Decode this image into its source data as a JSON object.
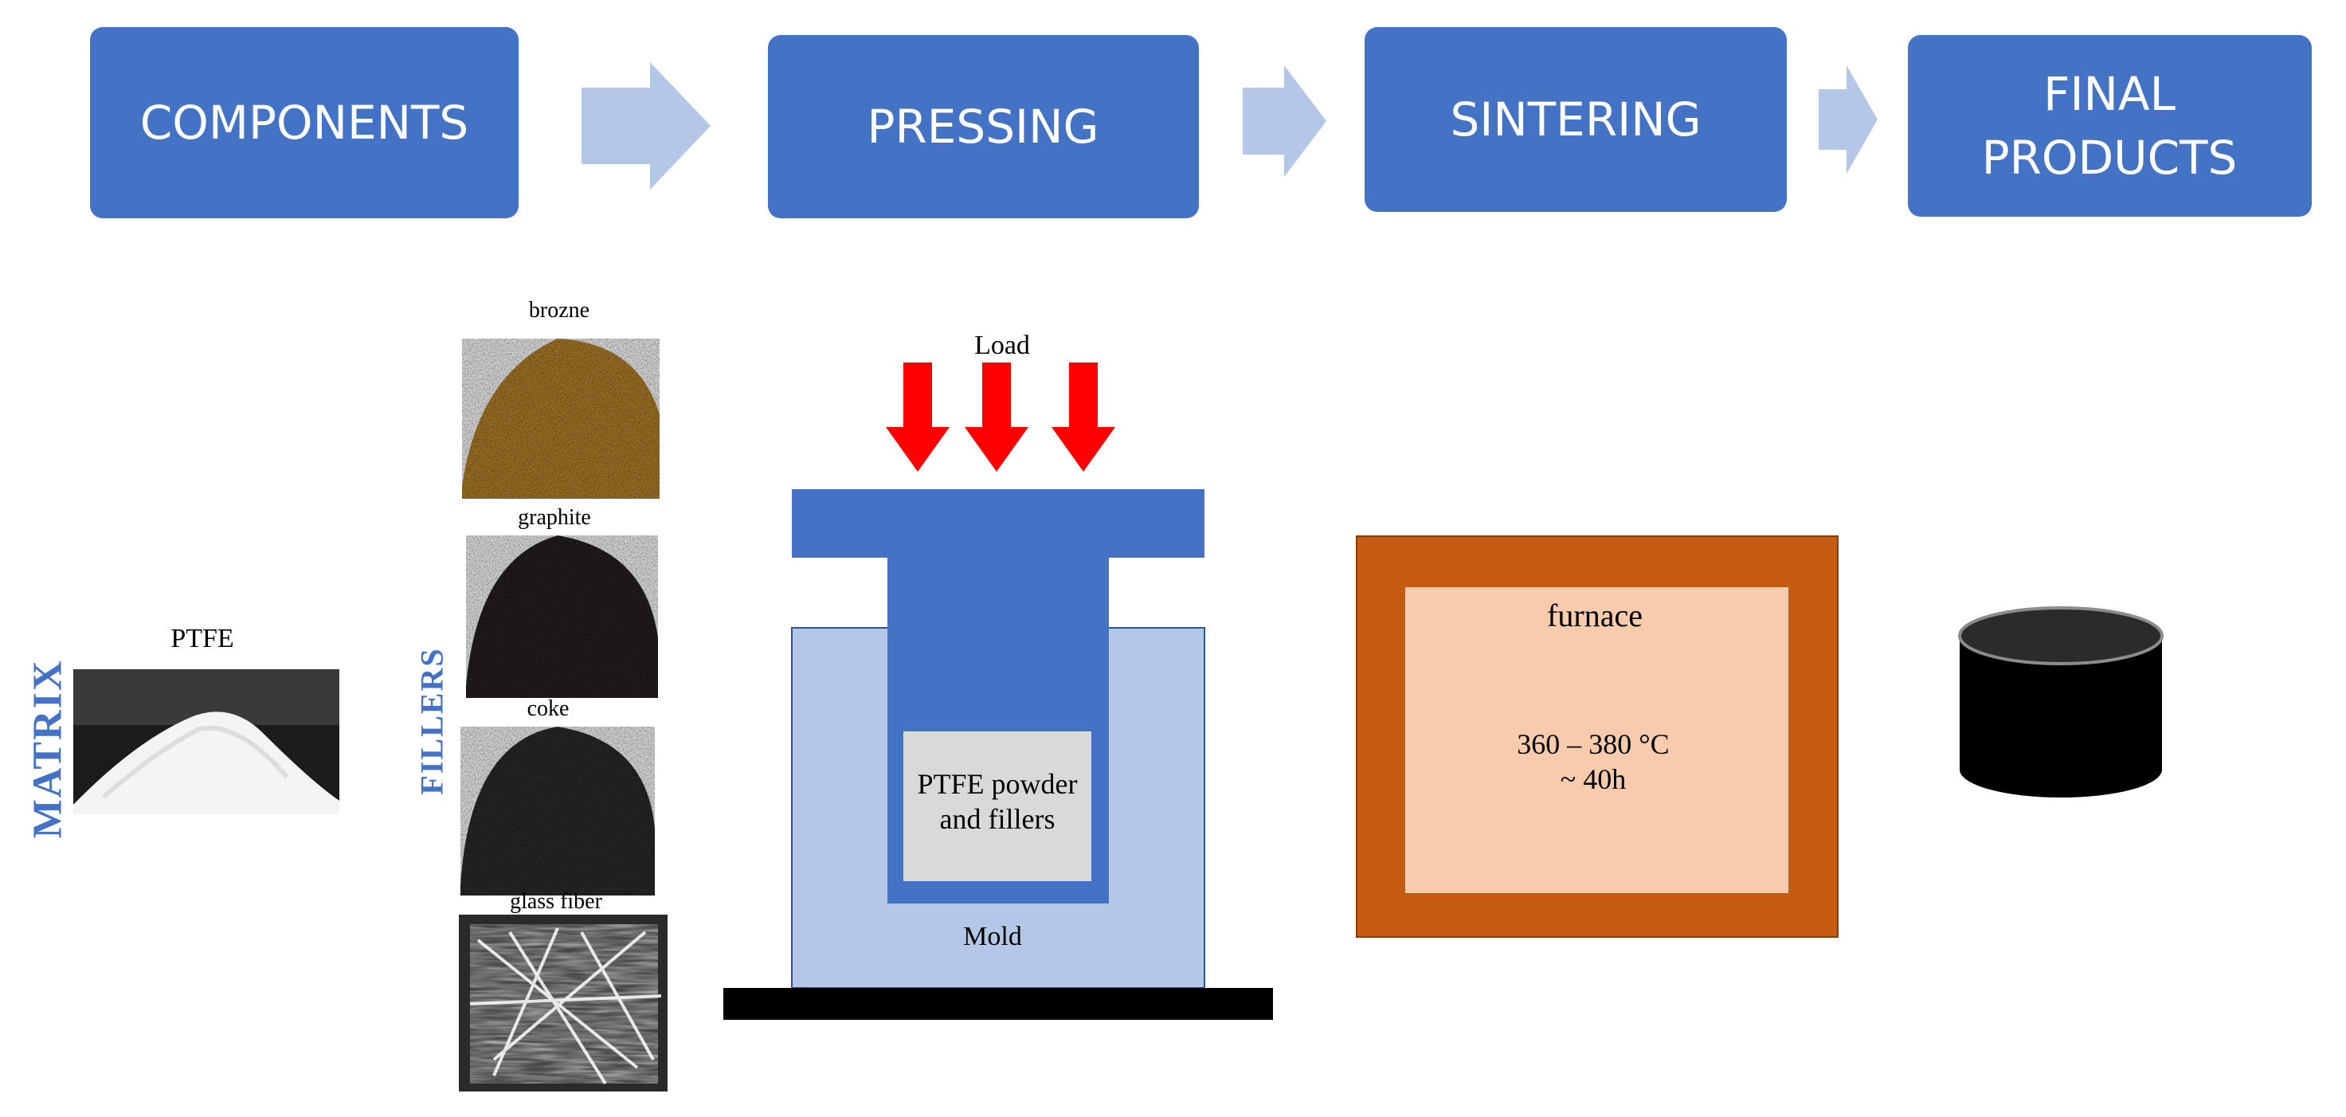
{
  "steps": [
    {
      "id": "components",
      "lines": [
        "COMPONENTS"
      ]
    },
    {
      "id": "pressing",
      "lines": [
        "PRESSING"
      ]
    },
    {
      "id": "sintering",
      "lines": [
        "SINTERING"
      ]
    },
    {
      "id": "final-products",
      "lines": [
        "FINAL",
        "PRODUCTS"
      ]
    }
  ],
  "components": {
    "matrix_title": "MATRIX",
    "matrix_item": "PTFE",
    "fillers_title": "FILLERS",
    "fillers": [
      "brozne",
      "graphite",
      "coke",
      "glass fiber"
    ]
  },
  "pressing": {
    "load_label": "Load",
    "cavity_lines": [
      "PTFE powder",
      "and fillers"
    ],
    "mold_label": "Mold"
  },
  "sintering": {
    "furnace_label": "furnace",
    "temperature": "360 – 380 °C",
    "duration": "~ 40h"
  },
  "colors": {
    "step_box": "#4472c4",
    "flow_arrow": "#b4c7e7",
    "section_title": "#4472c4",
    "load_arrow": "#ff0000",
    "punch": "#4472c4",
    "mold": "#b4c7e7",
    "cavity": "#d9d9d9",
    "furnace_outer": "#c55a11",
    "furnace_inner": "#f8cbad",
    "product": "#000000"
  },
  "icons": [
    "right-arrow-icon",
    "down-arrow-icon",
    "cylinder-icon"
  ]
}
